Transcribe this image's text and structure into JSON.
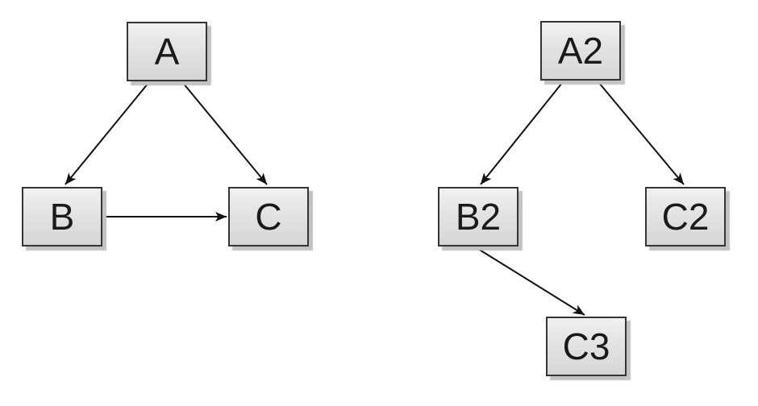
{
  "diagram_left": {
    "nodes": [
      {
        "id": "A",
        "label": "A"
      },
      {
        "id": "B",
        "label": "B"
      },
      {
        "id": "C",
        "label": "C"
      }
    ],
    "edges": [
      {
        "from": "A",
        "to": "B"
      },
      {
        "from": "A",
        "to": "C"
      },
      {
        "from": "B",
        "to": "C"
      }
    ]
  },
  "diagram_right": {
    "nodes": [
      {
        "id": "A2",
        "label": "A2"
      },
      {
        "id": "B2",
        "label": "B2"
      },
      {
        "id": "C2",
        "label": "C2"
      },
      {
        "id": "C3",
        "label": "C3"
      }
    ],
    "edges": [
      {
        "from": "A2",
        "to": "B2"
      },
      {
        "from": "A2",
        "to": "C2"
      },
      {
        "from": "B2",
        "to": "C3"
      }
    ]
  },
  "colors": {
    "background": "#ffffff",
    "node_fill_top": "#f1f1f1",
    "node_fill_bottom": "#d6d6d6",
    "node_border": "#353535",
    "node_shadow": "#c2c2c2",
    "arrow": "#111111",
    "label_text": "#1a1a1a"
  }
}
